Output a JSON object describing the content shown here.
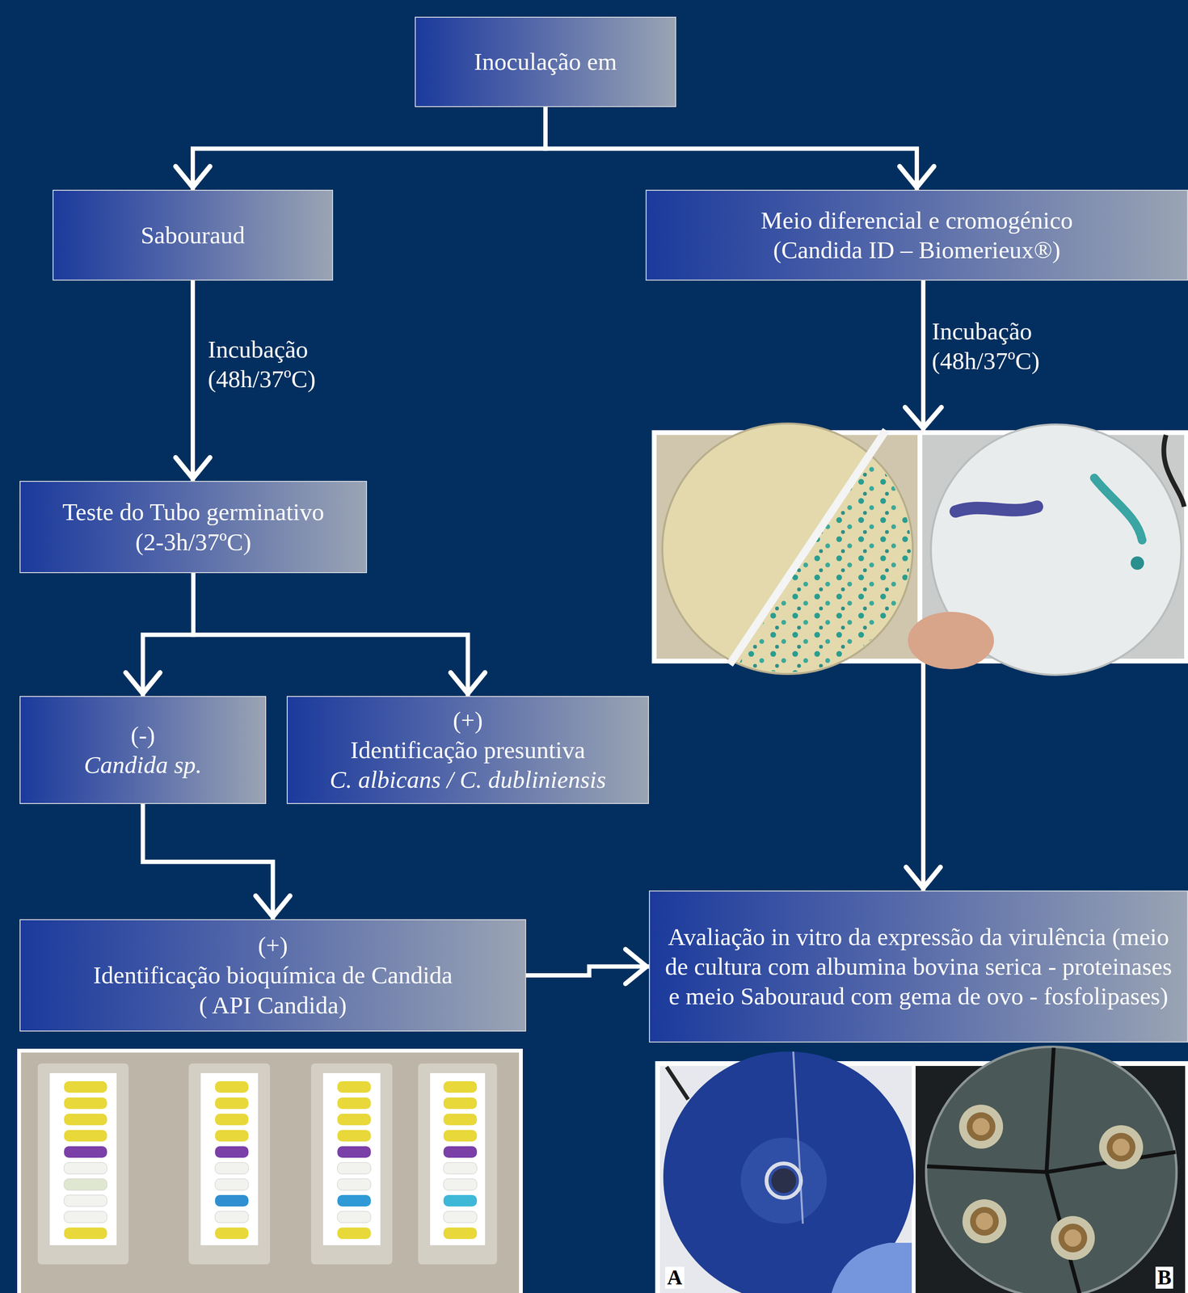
{
  "diagram": {
    "nodes": [
      {
        "text": [
          "Inoculação em"
        ]
      },
      {
        "text": [
          "Sabouraud"
        ]
      },
      {
        "text": [
          "Meio diferencial e cromogénico",
          "(Candida ID – Biomerieux®)"
        ]
      },
      {
        "text": [
          "Teste do Tubo germinativo",
          "(2-3h/37ºC)"
        ]
      },
      {
        "text": [
          "(-)",
          "Candida sp."
        ]
      },
      {
        "text": [
          "(+)",
          "Identificação presuntiva",
          "C. albicans / C. dubliniensis"
        ]
      },
      {
        "text": [
          "(+)",
          "Identificação bioquímica de Candida",
          "( API Candida)"
        ]
      },
      {
        "text": [
          "Avaliação in vitro da expressão da virulência (meio de cultura com albumina bovina serica - proteinases e meio Sabouraud com gema de ovo - fosfolipases)"
        ]
      }
    ],
    "edges": [
      {
        "from": 0,
        "to": 1,
        "arrow": "to"
      },
      {
        "from": 0,
        "to": 2,
        "arrow": "to"
      },
      {
        "from": 1,
        "to": 3,
        "label": "Incubação (48h/37ºC)",
        "arrow": "to"
      },
      {
        "from": 2,
        "to": 7,
        "label": "Incubação (48h/37ºC)",
        "arrow": "to"
      },
      {
        "from": 3,
        "to": 4,
        "arrow": "to"
      },
      {
        "from": 3,
        "to": 5,
        "arrow": "to"
      },
      {
        "from": 4,
        "to": 6,
        "arrow": "to"
      },
      {
        "from": 6,
        "to": 7,
        "arrow": "to"
      }
    ],
    "labels": [
      "A",
      "B"
    ]
  }
}
